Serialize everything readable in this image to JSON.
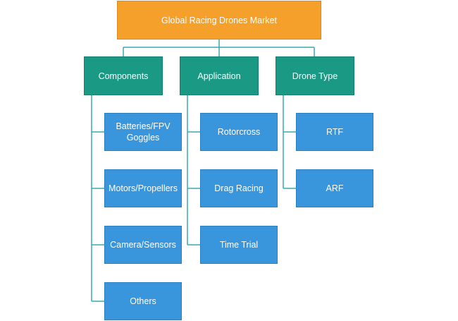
{
  "root": {
    "label": "Global Racing Drones Market"
  },
  "categories": [
    {
      "label": "Components",
      "items": [
        "Batteries/FPV Goggles",
        "Motors/Propellers",
        "Camera/Sensors",
        "Others"
      ]
    },
    {
      "label": "Application",
      "items": [
        "Rotorcross",
        "Drag Racing",
        "Time Trial"
      ]
    },
    {
      "label": "Drone Type",
      "items": [
        "RTF",
        "ARF"
      ]
    }
  ],
  "colors": {
    "root": "#f5a02a",
    "category": "#1a9a84",
    "leaf": "#3a96dc",
    "connector": "#3aa7b4"
  }
}
